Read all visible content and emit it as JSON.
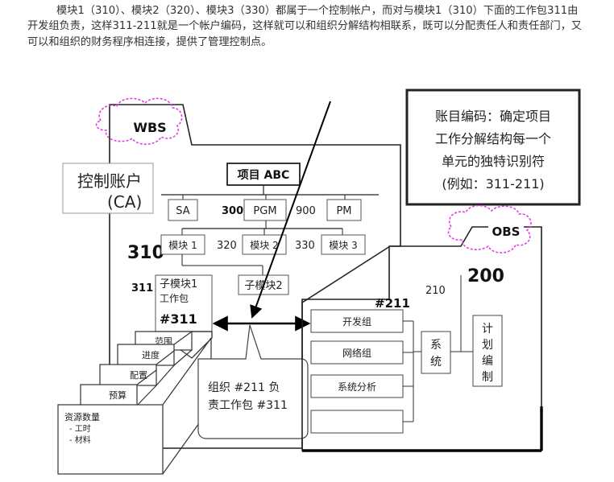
{
  "intro_text": "模块1（310）、模块2（320）、模块3（330）都属于一个控制帐户，而对与模块1（310）下面的工作包311由开发组负责，这样311-211就是一个帐户编码，这样就可以和组织分解结构相联系，既可以分配责任人和责任部门，又可以和组织的财务程序相连接，提供了管理控制点。",
  "diagram": {
    "wbs_label": "WBS",
    "obs_label": "OBS",
    "ca_label_line1": "控制账户",
    "ca_label_line2": "(CA)",
    "project_label": "项目 ABC",
    "sa": "SA",
    "pgm_num": "300",
    "pgm": "PGM",
    "pm_num": "900",
    "pm": "PM",
    "wbs_num": "310",
    "module1": "模块 1",
    "num320": "320",
    "module2": "模块 2",
    "num330": "330",
    "module3": "模块 3",
    "num311": "311",
    "submodule1": "子模块1",
    "workpackage": "工作包",
    "wp_code": "#311",
    "submodule2": "子模块2",
    "account_code_line1": "账目编码：确定项目",
    "account_code_line2": "工作分解结构每一个",
    "account_code_line3": "单元的独特识别符",
    "account_code_line4": "(例如：311-211)",
    "num210": "210",
    "num200": "200",
    "org_code": "#211",
    "dev_group": "开发组",
    "net_group": "网络组",
    "sys_analysis": "系统分析",
    "system_box": "系统",
    "plan_box": "计划编制",
    "callout_line1": "组织 #211 负",
    "callout_line2": "责工作包 #311",
    "layer_scope": "范围",
    "layer_progress": "进度",
    "layer_config": "配置",
    "layer_budget": "预算",
    "resources_title": "资源数量",
    "resources_item1": "- 工时",
    "resources_item2": "- 材料"
  }
}
